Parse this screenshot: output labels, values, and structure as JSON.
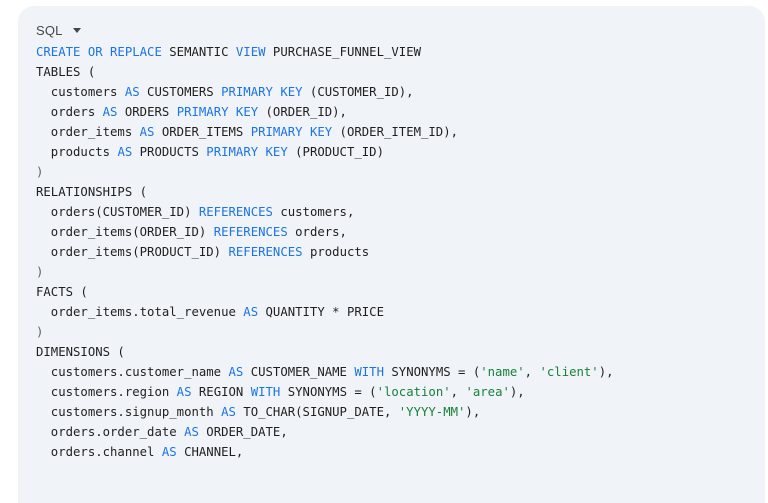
{
  "code_block": {
    "language": "SQL",
    "colors": {
      "keyword": "#1a73e8",
      "string": "#188038",
      "text": "#1f1f1f",
      "background": "#f0f4f9"
    },
    "lines": [
      [
        {
          "t": "kw",
          "v": "CREATE OR REPLACE"
        },
        {
          "t": "plain",
          "v": " SEMANTIC "
        },
        {
          "t": "kw",
          "v": "VIEW"
        },
        {
          "t": "plain",
          "v": " PURCHASE_FUNNEL_VIEW"
        }
      ],
      [
        {
          "t": "plain",
          "v": "TABLES ("
        }
      ],
      [
        {
          "t": "plain",
          "v": "  customers "
        },
        {
          "t": "kw",
          "v": "AS"
        },
        {
          "t": "plain",
          "v": " CUSTOMERS "
        },
        {
          "t": "kw",
          "v": "PRIMARY KEY"
        },
        {
          "t": "plain",
          "v": " (CUSTOMER_ID),"
        }
      ],
      [
        {
          "t": "plain",
          "v": "  orders "
        },
        {
          "t": "kw",
          "v": "AS"
        },
        {
          "t": "plain",
          "v": " ORDERS "
        },
        {
          "t": "kw",
          "v": "PRIMARY KEY"
        },
        {
          "t": "plain",
          "v": " (ORDER_ID),"
        }
      ],
      [
        {
          "t": "plain",
          "v": "  order_items "
        },
        {
          "t": "kw",
          "v": "AS"
        },
        {
          "t": "plain",
          "v": " ORDER_ITEMS "
        },
        {
          "t": "kw",
          "v": "PRIMARY KEY"
        },
        {
          "t": "plain",
          "v": " (ORDER_ITEM_ID),"
        }
      ],
      [
        {
          "t": "plain",
          "v": "  products "
        },
        {
          "t": "kw",
          "v": "AS"
        },
        {
          "t": "plain",
          "v": " PRODUCTS "
        },
        {
          "t": "kw",
          "v": "PRIMARY KEY"
        },
        {
          "t": "plain",
          "v": " (PRODUCT_ID)"
        }
      ],
      [
        {
          "t": "paren",
          "v": ")"
        }
      ],
      [
        {
          "t": "plain",
          "v": "RELATIONSHIPS ("
        }
      ],
      [
        {
          "t": "plain",
          "v": "  orders(CUSTOMER_ID) "
        },
        {
          "t": "kw",
          "v": "REFERENCES"
        },
        {
          "t": "plain",
          "v": " customers,"
        }
      ],
      [
        {
          "t": "plain",
          "v": "  order_items(ORDER_ID) "
        },
        {
          "t": "kw",
          "v": "REFERENCES"
        },
        {
          "t": "plain",
          "v": " orders,"
        }
      ],
      [
        {
          "t": "plain",
          "v": "  order_items(PRODUCT_ID) "
        },
        {
          "t": "kw",
          "v": "REFERENCES"
        },
        {
          "t": "plain",
          "v": " products"
        }
      ],
      [
        {
          "t": "paren",
          "v": ")"
        }
      ],
      [
        {
          "t": "plain",
          "v": "FACTS ("
        }
      ],
      [
        {
          "t": "plain",
          "v": "  order_items.total_revenue "
        },
        {
          "t": "kw",
          "v": "AS"
        },
        {
          "t": "plain",
          "v": " QUANTITY * PRICE"
        }
      ],
      [
        {
          "t": "paren",
          "v": ")"
        }
      ],
      [
        {
          "t": "plain",
          "v": "DIMENSIONS ("
        }
      ],
      [
        {
          "t": "plain",
          "v": "  customers.customer_name "
        },
        {
          "t": "kw",
          "v": "AS"
        },
        {
          "t": "plain",
          "v": " CUSTOMER_NAME "
        },
        {
          "t": "kw",
          "v": "WITH"
        },
        {
          "t": "plain",
          "v": " SYNONYMS = ("
        },
        {
          "t": "str",
          "v": "'name'"
        },
        {
          "t": "plain",
          "v": ", "
        },
        {
          "t": "str",
          "v": "'client'"
        },
        {
          "t": "plain",
          "v": "),"
        }
      ],
      [
        {
          "t": "plain",
          "v": "  customers.region "
        },
        {
          "t": "kw",
          "v": "AS"
        },
        {
          "t": "plain",
          "v": " REGION "
        },
        {
          "t": "kw",
          "v": "WITH"
        },
        {
          "t": "plain",
          "v": " SYNONYMS = ("
        },
        {
          "t": "str",
          "v": "'location'"
        },
        {
          "t": "plain",
          "v": ", "
        },
        {
          "t": "str",
          "v": "'area'"
        },
        {
          "t": "plain",
          "v": "),"
        }
      ],
      [
        {
          "t": "plain",
          "v": "  customers.signup_month "
        },
        {
          "t": "kw",
          "v": "AS"
        },
        {
          "t": "plain",
          "v": " TO_CHAR(SIGNUP_DATE, "
        },
        {
          "t": "str",
          "v": "'YYYY-MM'"
        },
        {
          "t": "plain",
          "v": "),"
        }
      ],
      [
        {
          "t": "plain",
          "v": "  orders.order_date "
        },
        {
          "t": "kw",
          "v": "AS"
        },
        {
          "t": "plain",
          "v": " ORDER_DATE,"
        }
      ],
      [
        {
          "t": "plain",
          "v": "  orders.channel "
        },
        {
          "t": "kw",
          "v": "AS"
        },
        {
          "t": "plain",
          "v": " CHANNEL,"
        }
      ]
    ]
  }
}
